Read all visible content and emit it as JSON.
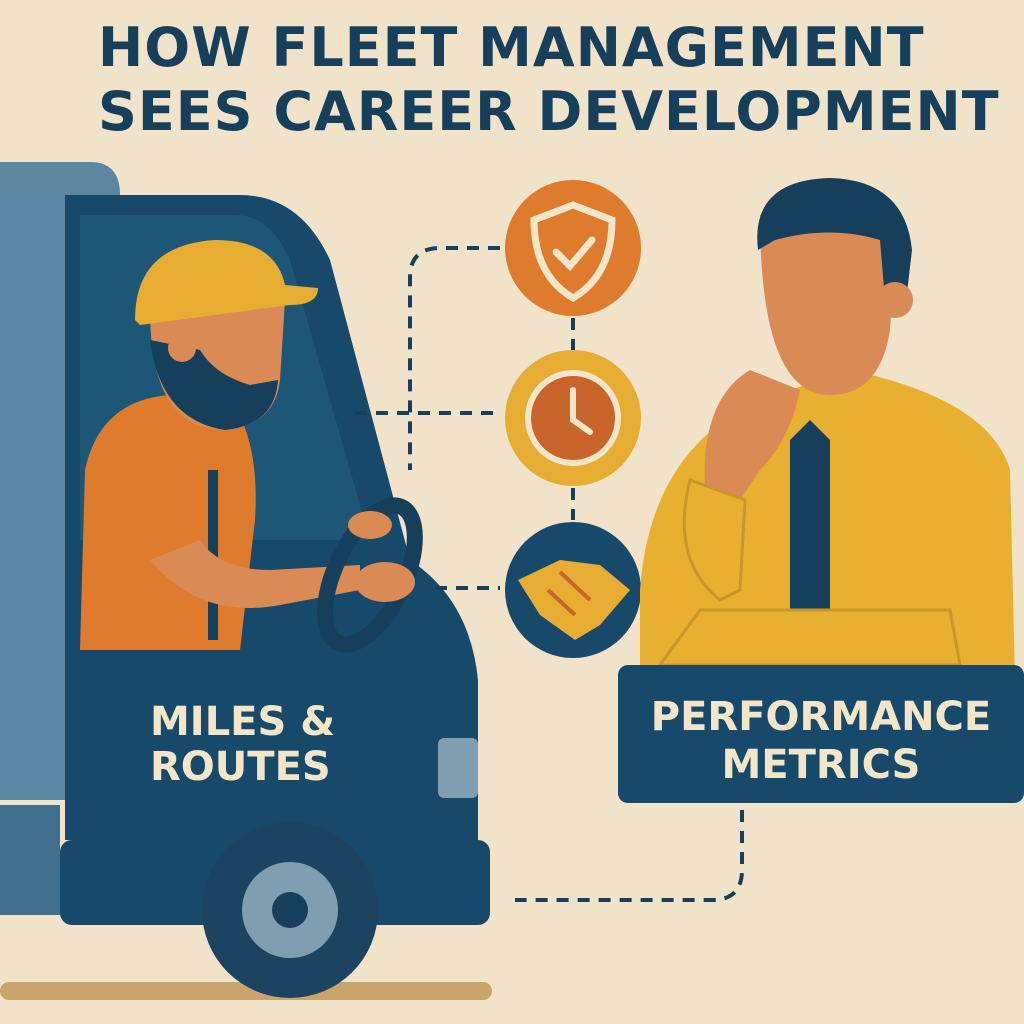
{
  "title": {
    "line1": "HOW FLEET MANAGEMENT",
    "line2": "SEES CAREER DEVELOPMENT"
  },
  "labels": {
    "driver_line1": "MILES &",
    "driver_line2": "ROUTES",
    "manager_line1": "PERFORMANCE",
    "manager_line2": "METRICS"
  },
  "icons": [
    "shield-check-icon",
    "clock-icon",
    "handshake-icon"
  ],
  "colors": {
    "background": "#f1e3c9",
    "navy": "#174a6a",
    "orange": "#e07a2e",
    "yellow": "#e8b030"
  }
}
